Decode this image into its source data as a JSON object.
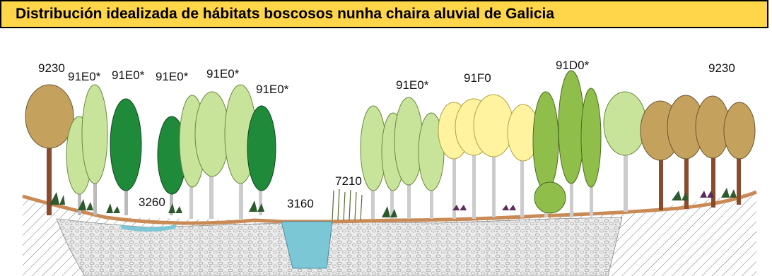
{
  "title": "Distribución idealizada de hábitats boscosos nunha chaira aluvial de Galicia",
  "labels": {
    "left_9230": "9230",
    "e1": "91E0*",
    "e2": "91E0*",
    "e3": "91E0*",
    "e4": "91E0*",
    "e5": "91E0*",
    "e6": "91E0*",
    "f0": "91F0",
    "d0": "91D0*",
    "right_9230": "9230",
    "h3260": "3260",
    "h3160": "3160",
    "h7210": "7210"
  },
  "colors": {
    "title_bg": "#ffd54a",
    "light_green": "#c8e39a",
    "dark_green": "#1f8a3a",
    "yellow_tree": "#fff3a0",
    "olive_green": "#8fbf4a",
    "brown_tree": "#c4a25e",
    "water": "#7cc7d6",
    "soil": "#c98a55"
  }
}
